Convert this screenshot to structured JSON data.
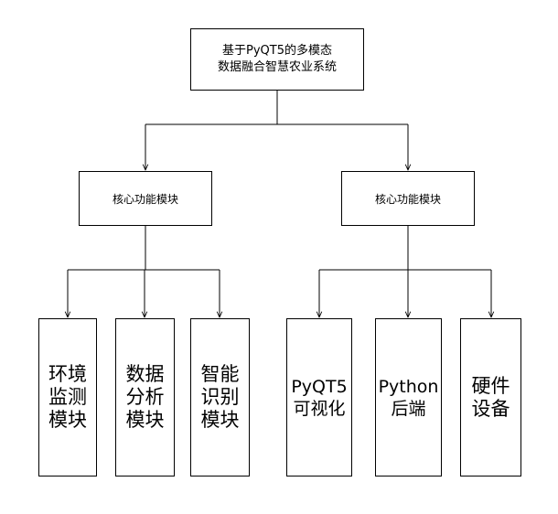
{
  "root": {
    "line1": "基于PyQT5的多模态",
    "line2": "数据融合智慧农业系统"
  },
  "branches": [
    {
      "label": "核心功能模块",
      "children": [
        {
          "lines": [
            "环境",
            "监测",
            "模块"
          ]
        },
        {
          "lines": [
            "数据",
            "分析",
            "模块"
          ]
        },
        {
          "lines": [
            "智能",
            "识别",
            "模块"
          ]
        }
      ]
    },
    {
      "label": "核心功能模块",
      "children": [
        {
          "lines": [
            "PyQT5",
            "可视化"
          ]
        },
        {
          "lines": [
            "Python",
            "后端"
          ]
        },
        {
          "lines": [
            "硬件",
            "设备"
          ]
        }
      ]
    }
  ]
}
